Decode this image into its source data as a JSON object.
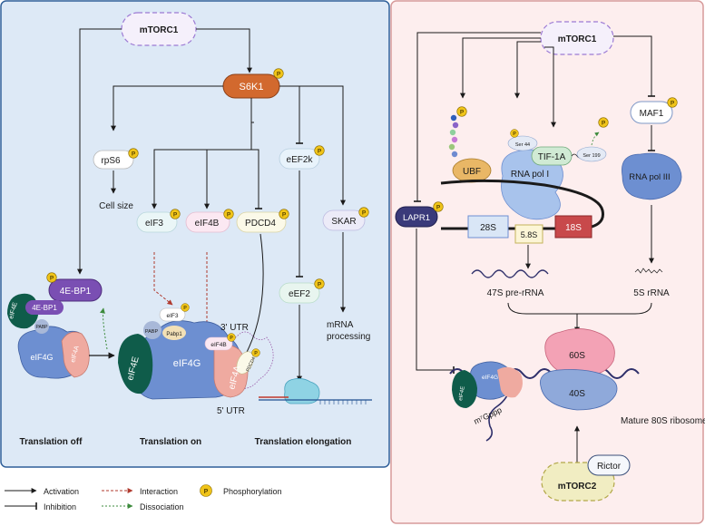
{
  "left_panel": {
    "mtorc1": "mTORC1",
    "s6k1": "S6K1",
    "rps6": "rpS6",
    "cell_size": "Cell size",
    "eif3": "eIF3",
    "eif4b": "eIF4B",
    "pdcd4": "PDCD4",
    "eef2k": "eEF2k",
    "skar": "SKAR",
    "eef2": "eEF2",
    "mrna_processing_1": "mRNA",
    "mrna_processing_2": "processing",
    "ebp1": "4E-BP1",
    "complex_eif4e": "eIF4E",
    "complex_ebp1": "4E-BP1",
    "complex_pabp": "PABP",
    "complex_eif4g": "eIF4G",
    "complex_eif4a": "eIF4A",
    "on_eif3": "eIF3",
    "on_pabp": "PABP",
    "on_pabp1": "Pabp1",
    "on_eif4b": "eIF4B",
    "on_eif4e": "eIF4E",
    "on_eif4g": "eIF4G",
    "on_eif4a": "eIF4A",
    "on_pdcd4": "PDCD4",
    "utr3": "3' UTR",
    "utr5": "5' UTR",
    "caption_off": "Translation off",
    "caption_on": "Translation on",
    "caption_elong": "Translation elongation"
  },
  "right_panel": {
    "mtorc1": "mTORC1",
    "maf1": "MAF1",
    "rna_pol_iii": "RNA pol III",
    "lapr1": "LAPR1",
    "ubf": "UBF",
    "rna_pol_i": "RNA pol I",
    "tif1a": "TIF-1A",
    "ser44": "Ser 44",
    "ser199": "Ser 199",
    "s28": "28S",
    "s58": "5.8S",
    "s18": "18S",
    "pre_rrna": "47S pre-rRNA",
    "rrna_5s": "5S rRNA",
    "s60": "60S",
    "s40": "40S",
    "mature": "Mature 80S ribosomes",
    "cap": "m⁷Gppp",
    "r_eif4e": "eIF4E",
    "r_eif4g": "eIF4G",
    "rictor": "Rictor",
    "mtorc2": "mTORC2"
  },
  "legend": {
    "activation": "Activation",
    "inhibition": "Inhibition",
    "interaction": "Interaction",
    "dissociation": "Dissociation",
    "phosphorylation": "Phosphorylation",
    "p_symbol": "P"
  },
  "colors": {
    "left_bg": "#dde9f6",
    "left_border": "#2f5f99",
    "right_bg": "#fdeeee",
    "right_border": "#d79a9a",
    "s6k1": "#d2692e",
    "phospho": "#f0c419",
    "eif4e": "#0f5c4a",
    "eif4g": "#6d8fd1",
    "eif4a": "#efaaa0",
    "ebp1": "#7a4fb3",
    "ribo60": "#f3a2b5",
    "ribo40": "#8fa9da",
    "interaction": "#b03a2e",
    "dissociation": "#3d8b3d"
  }
}
